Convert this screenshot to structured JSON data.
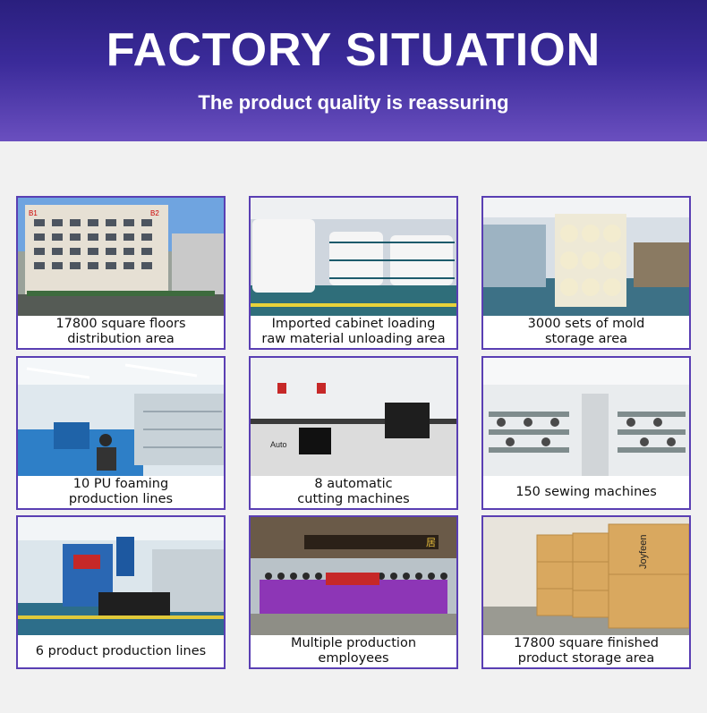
{
  "header": {
    "title": "FACTORY SITUATION",
    "subtitle": "The product quality is reassuring"
  },
  "cards": [
    {
      "caption": "17800 square floors\ndistribution area",
      "image": "factory-building"
    },
    {
      "caption": "Imported cabinet loading\nraw material unloading area",
      "image": "warehouse-racks"
    },
    {
      "caption": "3000 sets of mold\nstorage area",
      "image": "mold-storage"
    },
    {
      "caption": "10 PU foaming\nproduction lines",
      "image": "foaming-line"
    },
    {
      "caption": "8 automatic\ncutting machines",
      "image": "cutting-machine"
    },
    {
      "caption": "150 sewing machines",
      "image": "sewing-workshop"
    },
    {
      "caption": "6 product production lines",
      "image": "production-line"
    },
    {
      "caption": "Multiple production\nemployees",
      "image": "employee-group"
    },
    {
      "caption": "17800 square finished\nproduct storage area",
      "image": "carton-storage"
    }
  ],
  "photo_text": {
    "building_signs": [
      "B1",
      "B2"
    ],
    "machine_label": "Auto",
    "carton_brand": "Joyfeen",
    "facade_sign": "居"
  }
}
